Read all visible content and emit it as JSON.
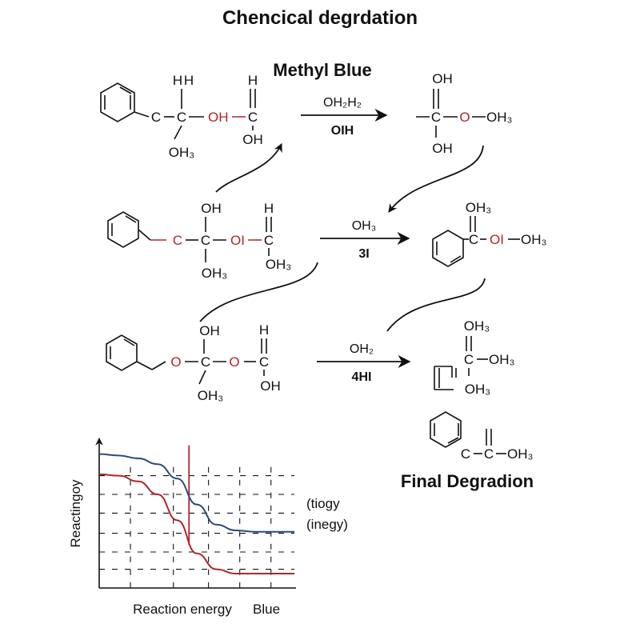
{
  "title": "Chencical degrdation",
  "subtitle": "Methyl Blue",
  "final_label": "Final Degradion",
  "molecules": {
    "m1": {
      "top1": "H",
      "top2": "H",
      "left": "C",
      "center": "C",
      "link": "OH",
      "right_top": "H",
      "right_c": "C",
      "right_bottom": "OH",
      "bottom": "OH3"
    },
    "m2": {
      "top": "OH",
      "left": "C",
      "center": "C",
      "link": "OI",
      "right_top": "H",
      "right_c": "C",
      "right_bottom": "OH3",
      "bottom": "OH3"
    },
    "m3": {
      "top": "OH",
      "left": "O",
      "center": "C",
      "link": "O",
      "right_top": "H",
      "right_c": "C",
      "right_bottom": "OH",
      "bottom": "OH3"
    },
    "p1": {
      "top": "OH",
      "center": "C",
      "link": "O",
      "right": "OH3",
      "bottom": "OH"
    },
    "p2": {
      "top": "OH3",
      "center": "C",
      "link": "OI",
      "right": "OH3"
    },
    "p3": {
      "top": "OH3",
      "center": "C",
      "right": "OH3",
      "bottom": "OH3"
    },
    "p4": {
      "left": "C",
      "center": "C",
      "right": "OH3"
    }
  },
  "reactions": [
    {
      "above": "OH2H2",
      "below": "OIH"
    },
    {
      "above": "OH3",
      "below": "3I"
    },
    {
      "above": "OH2",
      "below": "4HI"
    }
  ],
  "chart_data": {
    "type": "line",
    "xlabel": "Reaction energy",
    "ylabel": "Reactingoy",
    "legend": [
      "(tiogy",
      "(inegy)"
    ],
    "extra_label": "Blue",
    "series": [
      {
        "color": "#2b4a7e",
        "x": [
          0,
          1,
          2,
          3,
          4,
          5,
          6,
          7,
          8,
          9,
          10
        ],
        "y": [
          9.3,
          9.2,
          9.0,
          8.6,
          7.6,
          5.8,
          4.4,
          4.0,
          3.9,
          3.9,
          3.9
        ]
      },
      {
        "color": "#b0262a",
        "x": [
          0,
          1,
          2,
          3,
          4,
          5,
          6,
          7,
          8,
          9,
          10
        ],
        "y": [
          7.9,
          7.8,
          7.4,
          6.5,
          4.7,
          2.4,
          1.3,
          1.0,
          1.0,
          1.0,
          1.0
        ]
      }
    ],
    "marker_x": 4.6,
    "xlim": [
      0,
      10
    ],
    "ylim": [
      0,
      10
    ],
    "grid": true
  },
  "colors": {
    "text": "#111111",
    "red": "#b0262a",
    "blue": "#2b4a7e"
  }
}
